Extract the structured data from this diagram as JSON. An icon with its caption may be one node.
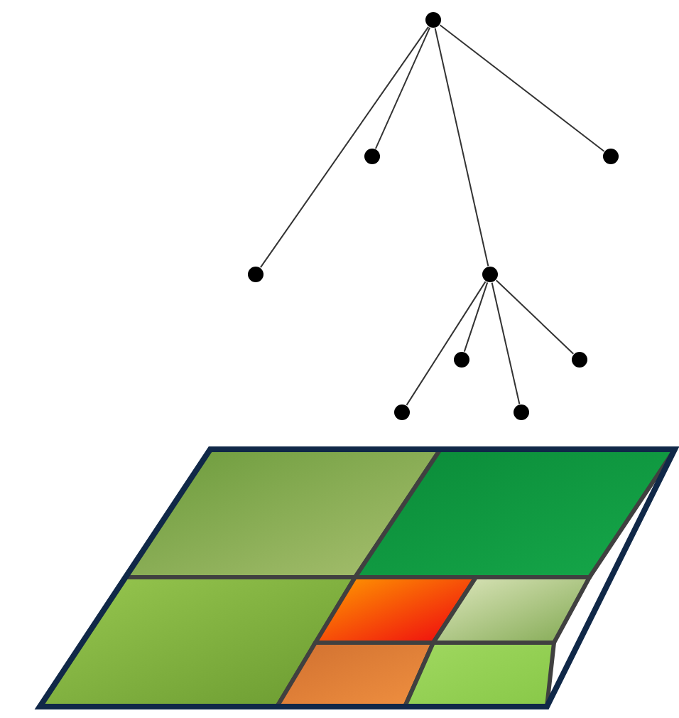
{
  "diagram": {
    "nodes": [
      {
        "text": [],
        "shape": "circle"
      },
      {
        "text": [],
        "shape": "circle"
      },
      {
        "text": [],
        "shape": "circle"
      },
      {
        "text": [],
        "shape": "circle"
      },
      {
        "text": [],
        "shape": "circle"
      },
      {
        "text": [],
        "shape": "circle"
      },
      {
        "text": [],
        "shape": "circle"
      },
      {
        "text": [],
        "shape": "circle"
      },
      {
        "text": [],
        "shape": "circle"
      }
    ],
    "edges": [
      {
        "from": 0,
        "to": 1,
        "arrow": "none"
      },
      {
        "from": 0,
        "to": 2,
        "arrow": "none"
      },
      {
        "from": 0,
        "to": 3,
        "arrow": "none"
      },
      {
        "from": 0,
        "to": 4,
        "arrow": "none"
      },
      {
        "from": 4,
        "to": 5,
        "arrow": "none"
      },
      {
        "from": 4,
        "to": 6,
        "arrow": "none"
      },
      {
        "from": 4,
        "to": 7,
        "arrow": "none"
      },
      {
        "from": 4,
        "to": 8,
        "arrow": "none"
      }
    ]
  }
}
